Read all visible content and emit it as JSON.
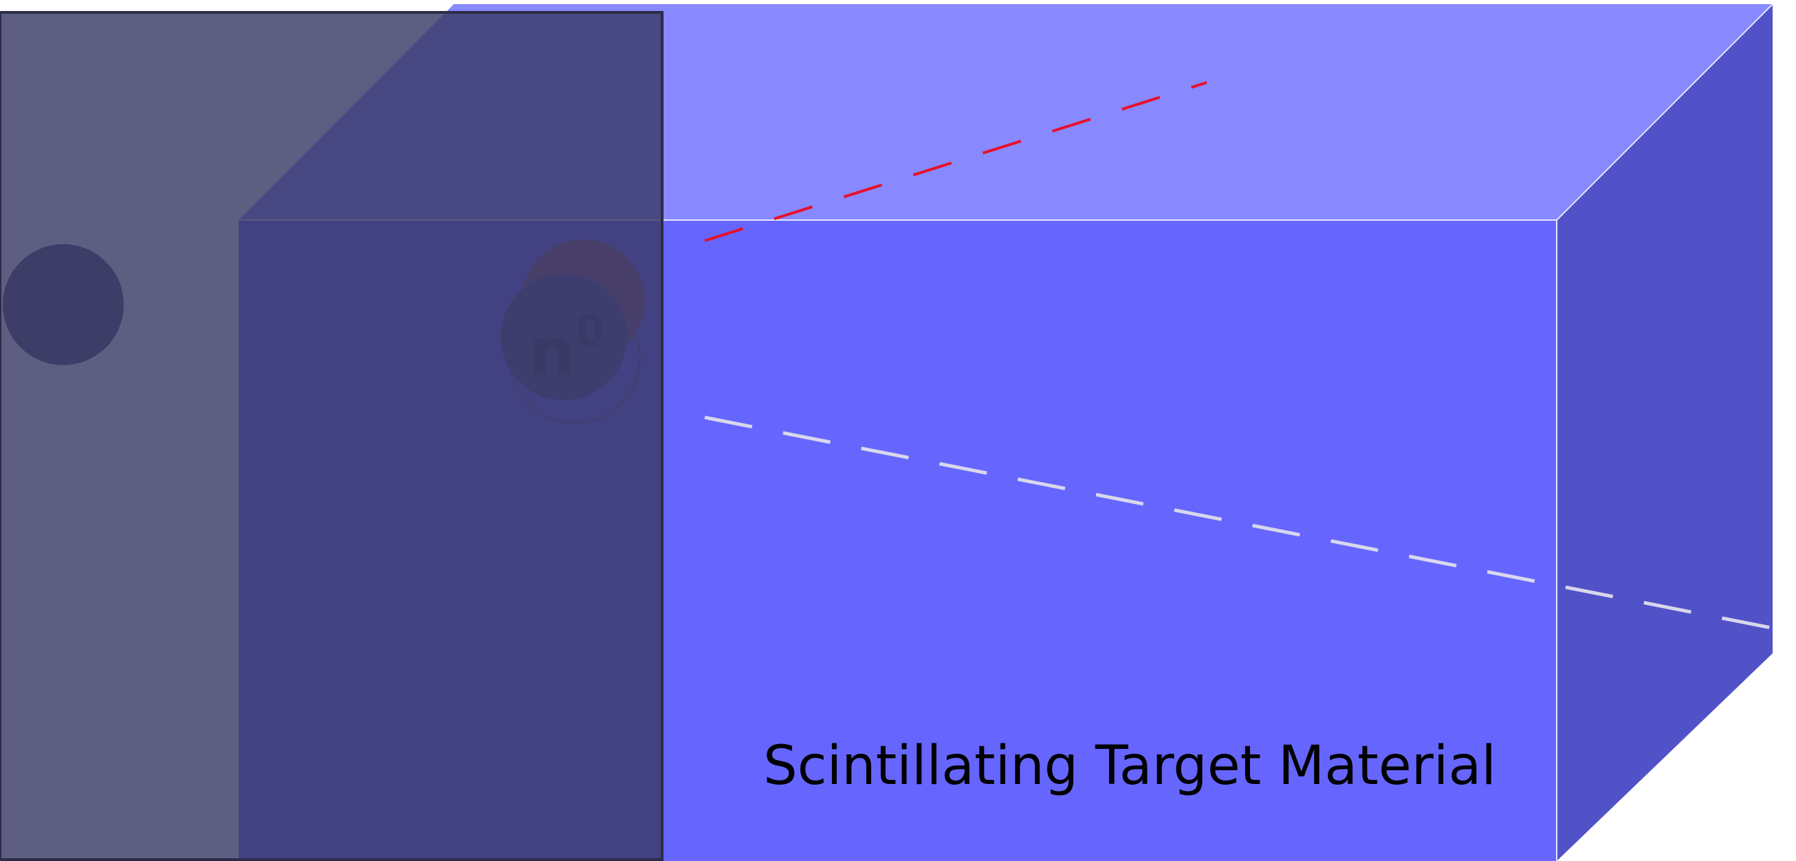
{
  "diagram": {
    "caption": "Scintillating Target Material",
    "particle_label": "n",
    "particle_superscript": "0"
  },
  "colors": {
    "box_front": "#6666ff",
    "box_top": "#8888ff",
    "box_side": "#5252c8",
    "box_edge": "#e6e6ff",
    "overlay": "#3a3a66",
    "red_track": "#e8102a",
    "white_track": "#d8d8ec",
    "caption_text": "#000000"
  }
}
